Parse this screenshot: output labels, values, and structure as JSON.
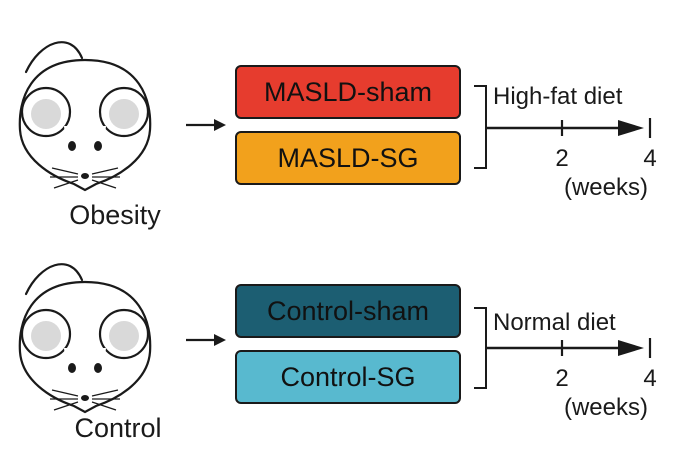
{
  "colors": {
    "masld_sham": "#e63c2e",
    "masld_sg": "#f2a11c",
    "control_sham": "#1c5e72",
    "control_sg": "#58b9cf",
    "line": "#1a1a1a"
  },
  "groups": [
    {
      "animal_label": "Obesity",
      "boxes": [
        "MASLD-sham",
        "MASLD-SG"
      ],
      "diet": "High-fat diet",
      "timeline": {
        "ticks": [
          "2",
          "4"
        ],
        "unit": "(weeks)"
      }
    },
    {
      "animal_label": "Control",
      "boxes": [
        "Control-sham",
        "Control-SG"
      ],
      "diet": "Normal diet",
      "timeline": {
        "ticks": [
          "2",
          "4"
        ],
        "unit": "(weeks)"
      }
    }
  ]
}
